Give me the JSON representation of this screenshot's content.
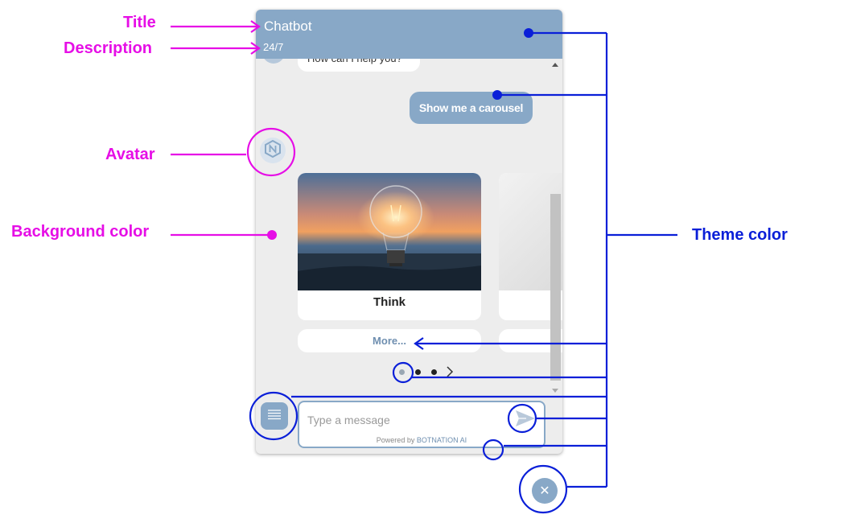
{
  "annotations": {
    "title": "Title",
    "description": "Description",
    "avatar": "Avatar",
    "background_color": "Background color",
    "theme_color": "Theme color"
  },
  "widget": {
    "title": "Chatbot",
    "description": "24/7",
    "theme_color": "#88a8c7",
    "background_color": "#ededed"
  },
  "messages": {
    "bot_partial": "How can I help you?",
    "user_message": "Show me a carousel"
  },
  "carousel": {
    "card_title": "Think",
    "more_button": "More...",
    "next_icon": "chevron-right-icon"
  },
  "composer": {
    "placeholder": "Type a message",
    "powered_by": "Powered by",
    "brand": "BOTNATION AI"
  },
  "icons": {
    "avatar": "botnation-logo-icon",
    "menu": "menu-lines-icon",
    "send": "send-icon",
    "close": "close-icon"
  },
  "close_symbol": "✕"
}
